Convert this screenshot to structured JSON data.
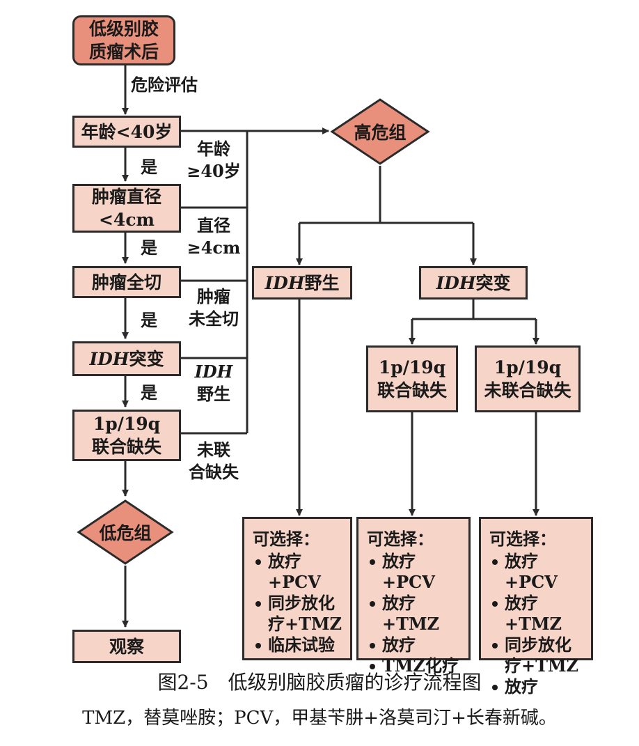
{
  "nodes": {
    "start": [
      "低级别胶",
      "质瘤术后"
    ],
    "age": "年龄<40岁",
    "diameter": [
      "肿瘤直径",
      "<4cm"
    ],
    "resection": "肿瘤全切",
    "idh_mut_left": {
      "italic": "IDH",
      "text": "突变"
    },
    "codel_left": [
      "1p/19q",
      "联合缺失"
    ],
    "low_risk": "低危组",
    "observe": "观察",
    "high_risk": "高危组",
    "idh_wild": {
      "italic": "IDH",
      "text": "野生"
    },
    "idh_mut_right": {
      "italic": "IDH",
      "text": "突变"
    },
    "codel_right": [
      "1p/19q",
      "联合缺失"
    ],
    "noncodel_right": [
      "1p/19q",
      "未联合缺失"
    ]
  },
  "labels": {
    "risk_assessment": "危险评估",
    "yes1": "是",
    "yes2": "是",
    "yes3": "是",
    "yes4": "是",
    "age_ge40": [
      "年龄",
      "≥40岁"
    ],
    "diam_ge4": [
      "直径",
      "≥4cm"
    ],
    "not_full": [
      "肿瘤",
      "未全切"
    ],
    "idh_wild": {
      "italic": "IDH",
      "text": "野生"
    },
    "noncodel": [
      "未联",
      "合缺失"
    ]
  },
  "options": {
    "title": "可选择：",
    "idh_wild": [
      "放疗+PCV",
      "同步放化",
      "疗+TMZ",
      "临床试验"
    ],
    "codel": [
      "放疗+PCV",
      "放疗+TMZ",
      "放疗",
      "TMZ化疗"
    ],
    "noncodel": [
      "放疗+PCV",
      "放疗+TMZ",
      "同步放化",
      "疗+TMZ",
      "放疗"
    ]
  },
  "caption": {
    "title": "图2-5　低级别脑胶质瘤的诊疗流程图",
    "note": "TMZ，替莫唑胺；PCV，甲基苄肼+洛莫司汀+长春新碱。"
  },
  "colors": {
    "box_fill": "#f6d5c8",
    "start_fill": "#e8907c",
    "diamond_fill": "#e8907c",
    "line": "#2b2b2b"
  }
}
